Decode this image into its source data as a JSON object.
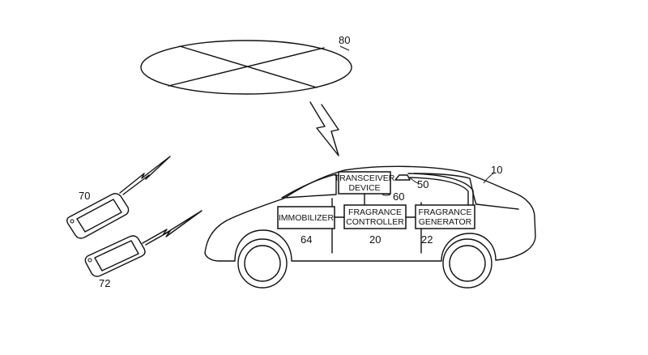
{
  "refs": {
    "cloud": "80",
    "vehicle": "10",
    "phone_a": "70",
    "phone_b": "72",
    "transceiver": "60",
    "sensor": "50",
    "immobilizer": "64",
    "controller": "20",
    "generator": "22"
  },
  "boxes": {
    "transceiver": [
      "TRANSCEIVER",
      "DEVICE"
    ],
    "immobilizer": [
      "IMMOBILIZER"
    ],
    "controller": [
      "FRAGRANCE",
      "CONTROLLER"
    ],
    "generator": [
      "FRAGRANCE",
      "GENERATOR"
    ]
  }
}
